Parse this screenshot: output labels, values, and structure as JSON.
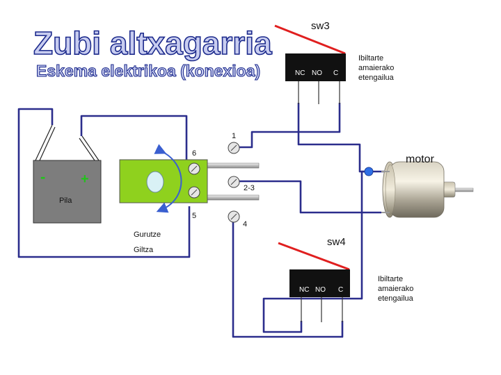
{
  "title": "Zubi altxagarria",
  "subtitle": "Eskema elektrikoa (konexioa)",
  "battery": {
    "minus": "-",
    "plus": "+",
    "label": "Pila"
  },
  "switch_labels": {
    "sw3": "sw3",
    "sw4": "sw4",
    "nc": "NC",
    "no": "NO",
    "c": "C"
  },
  "limit_switch_desc": [
    "Ibiltarte",
    "amaierako",
    "etengailua"
  ],
  "motor_label": "motor",
  "key_label": [
    "Gurutze",
    "Giltza"
  ],
  "terminal_numbers": {
    "t1": "1",
    "t23": "2-3",
    "t4": "4",
    "t6": "6",
    "t5": "5"
  },
  "colors": {
    "wire": "#2b2d8c",
    "battery": "#7d7d7d",
    "key_body": "#8fd11e",
    "switch_body": "#111111",
    "lever": "#e01f1f",
    "junction": "#2f6fe6",
    "title_fill": "#c8cdf0",
    "title_outline": "#1c2a8c"
  }
}
